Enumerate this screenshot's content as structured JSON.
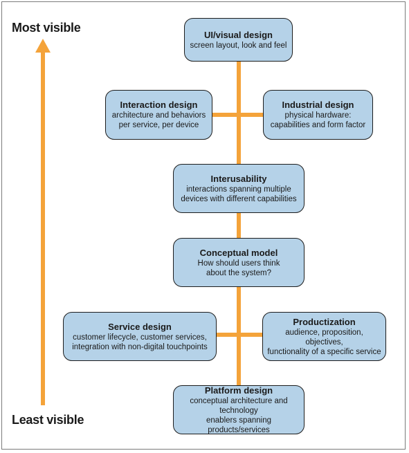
{
  "axis": {
    "top_label": "Most visible",
    "bottom_label": "Least visible"
  },
  "colors": {
    "box_fill": "#b5d2e8",
    "connector": "#f4a33a"
  },
  "boxes": {
    "ui_visual": {
      "title": "UI/visual design",
      "desc": [
        "screen layout, look and feel"
      ]
    },
    "interaction": {
      "title": "Interaction design",
      "desc": [
        "architecture and behaviors",
        "per service, per device"
      ]
    },
    "industrial": {
      "title": "Industrial design",
      "desc": [
        "physical hardware:",
        "capabilities and form factor"
      ]
    },
    "interusability": {
      "title": "Interusability",
      "desc": [
        "interactions spanning multiple",
        "devices with different capabilities"
      ]
    },
    "conceptual": {
      "title": "Conceptual model",
      "desc": [
        "How should users think",
        "about the system?"
      ]
    },
    "service": {
      "title": "Service design",
      "desc": [
        "customer lifecycle, customer services,",
        "integration with non-digital touchpoints"
      ]
    },
    "productization": {
      "title": "Productization",
      "desc": [
        "audience, proposition, objectives,",
        "functionality of a specific service"
      ]
    },
    "platform": {
      "title": "Platform design",
      "desc": [
        "conceptual architecture and technology",
        "enablers spanning products/services"
      ]
    }
  }
}
